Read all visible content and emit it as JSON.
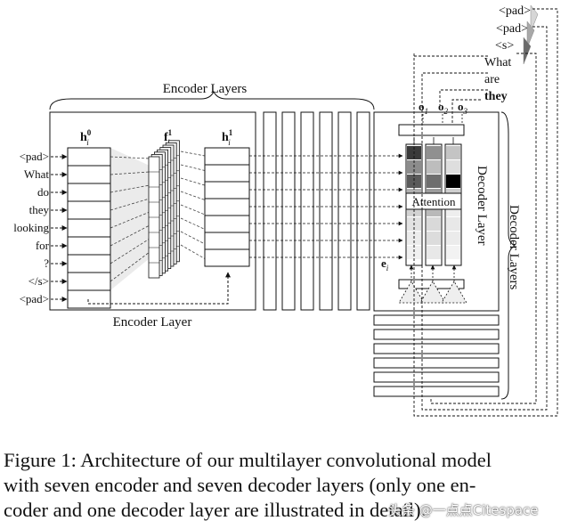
{
  "figure": {
    "encoder_layers_label": "Encoder Layers",
    "encoder_layer_label": "Encoder Layer",
    "decoder_layer_label": "Decoder Layer",
    "decoder_layers_label": "Decoder Layers",
    "attention_label": "Attention",
    "input_tokens": [
      "<pad>",
      "What",
      "do",
      "they",
      "looking",
      "for",
      "?",
      "</s>",
      "<pad>"
    ],
    "h0": {
      "main": "h",
      "sub": "i",
      "sup": "0"
    },
    "f1": {
      "main": "f",
      "sub": "i",
      "sup": "1"
    },
    "h1": {
      "main": "h",
      "sub": "i",
      "sup": "1"
    },
    "e": {
      "main": "e",
      "sub": "i"
    },
    "outputs": [
      {
        "main": "o",
        "sub": "1"
      },
      {
        "main": "o",
        "sub": "2"
      },
      {
        "main": "o",
        "sub": "3"
      }
    ],
    "decoder_tokens": [
      "<pad>",
      "<pad>",
      "<s>",
      "What",
      "are",
      "they"
    ],
    "attention_shades": [
      [
        "#3a3a3a",
        "#909090",
        "#c4c4c4"
      ],
      [
        "#8c8c8c",
        "#bdbdbd",
        "#dedede"
      ],
      [
        "#5a5a5a",
        "#6e6e6e",
        "#000000"
      ],
      [
        "#b0b0b0",
        "#9c9c9c",
        "#cfcfcf"
      ],
      [
        "#d2d2d2",
        "#b9b9b9",
        "#eeeeee"
      ],
      [
        "#e2e2e2",
        "#d9d9d9",
        "#e8e8e8"
      ],
      [
        "#ececec",
        "#dcdcdc",
        "#ebebeb"
      ],
      [
        "#f0f0f0",
        "#e8e8e8",
        "#f2f2f2"
      ]
    ]
  },
  "caption": {
    "lines": [
      "Figure 1: Architecture of our multilayer convolutional model",
      "with seven encoder and seven decoder layers (only one en-",
      "coder and one decoder layer are illustrated in detail)."
    ]
  },
  "watermark": "头条 @一点点Citespace"
}
